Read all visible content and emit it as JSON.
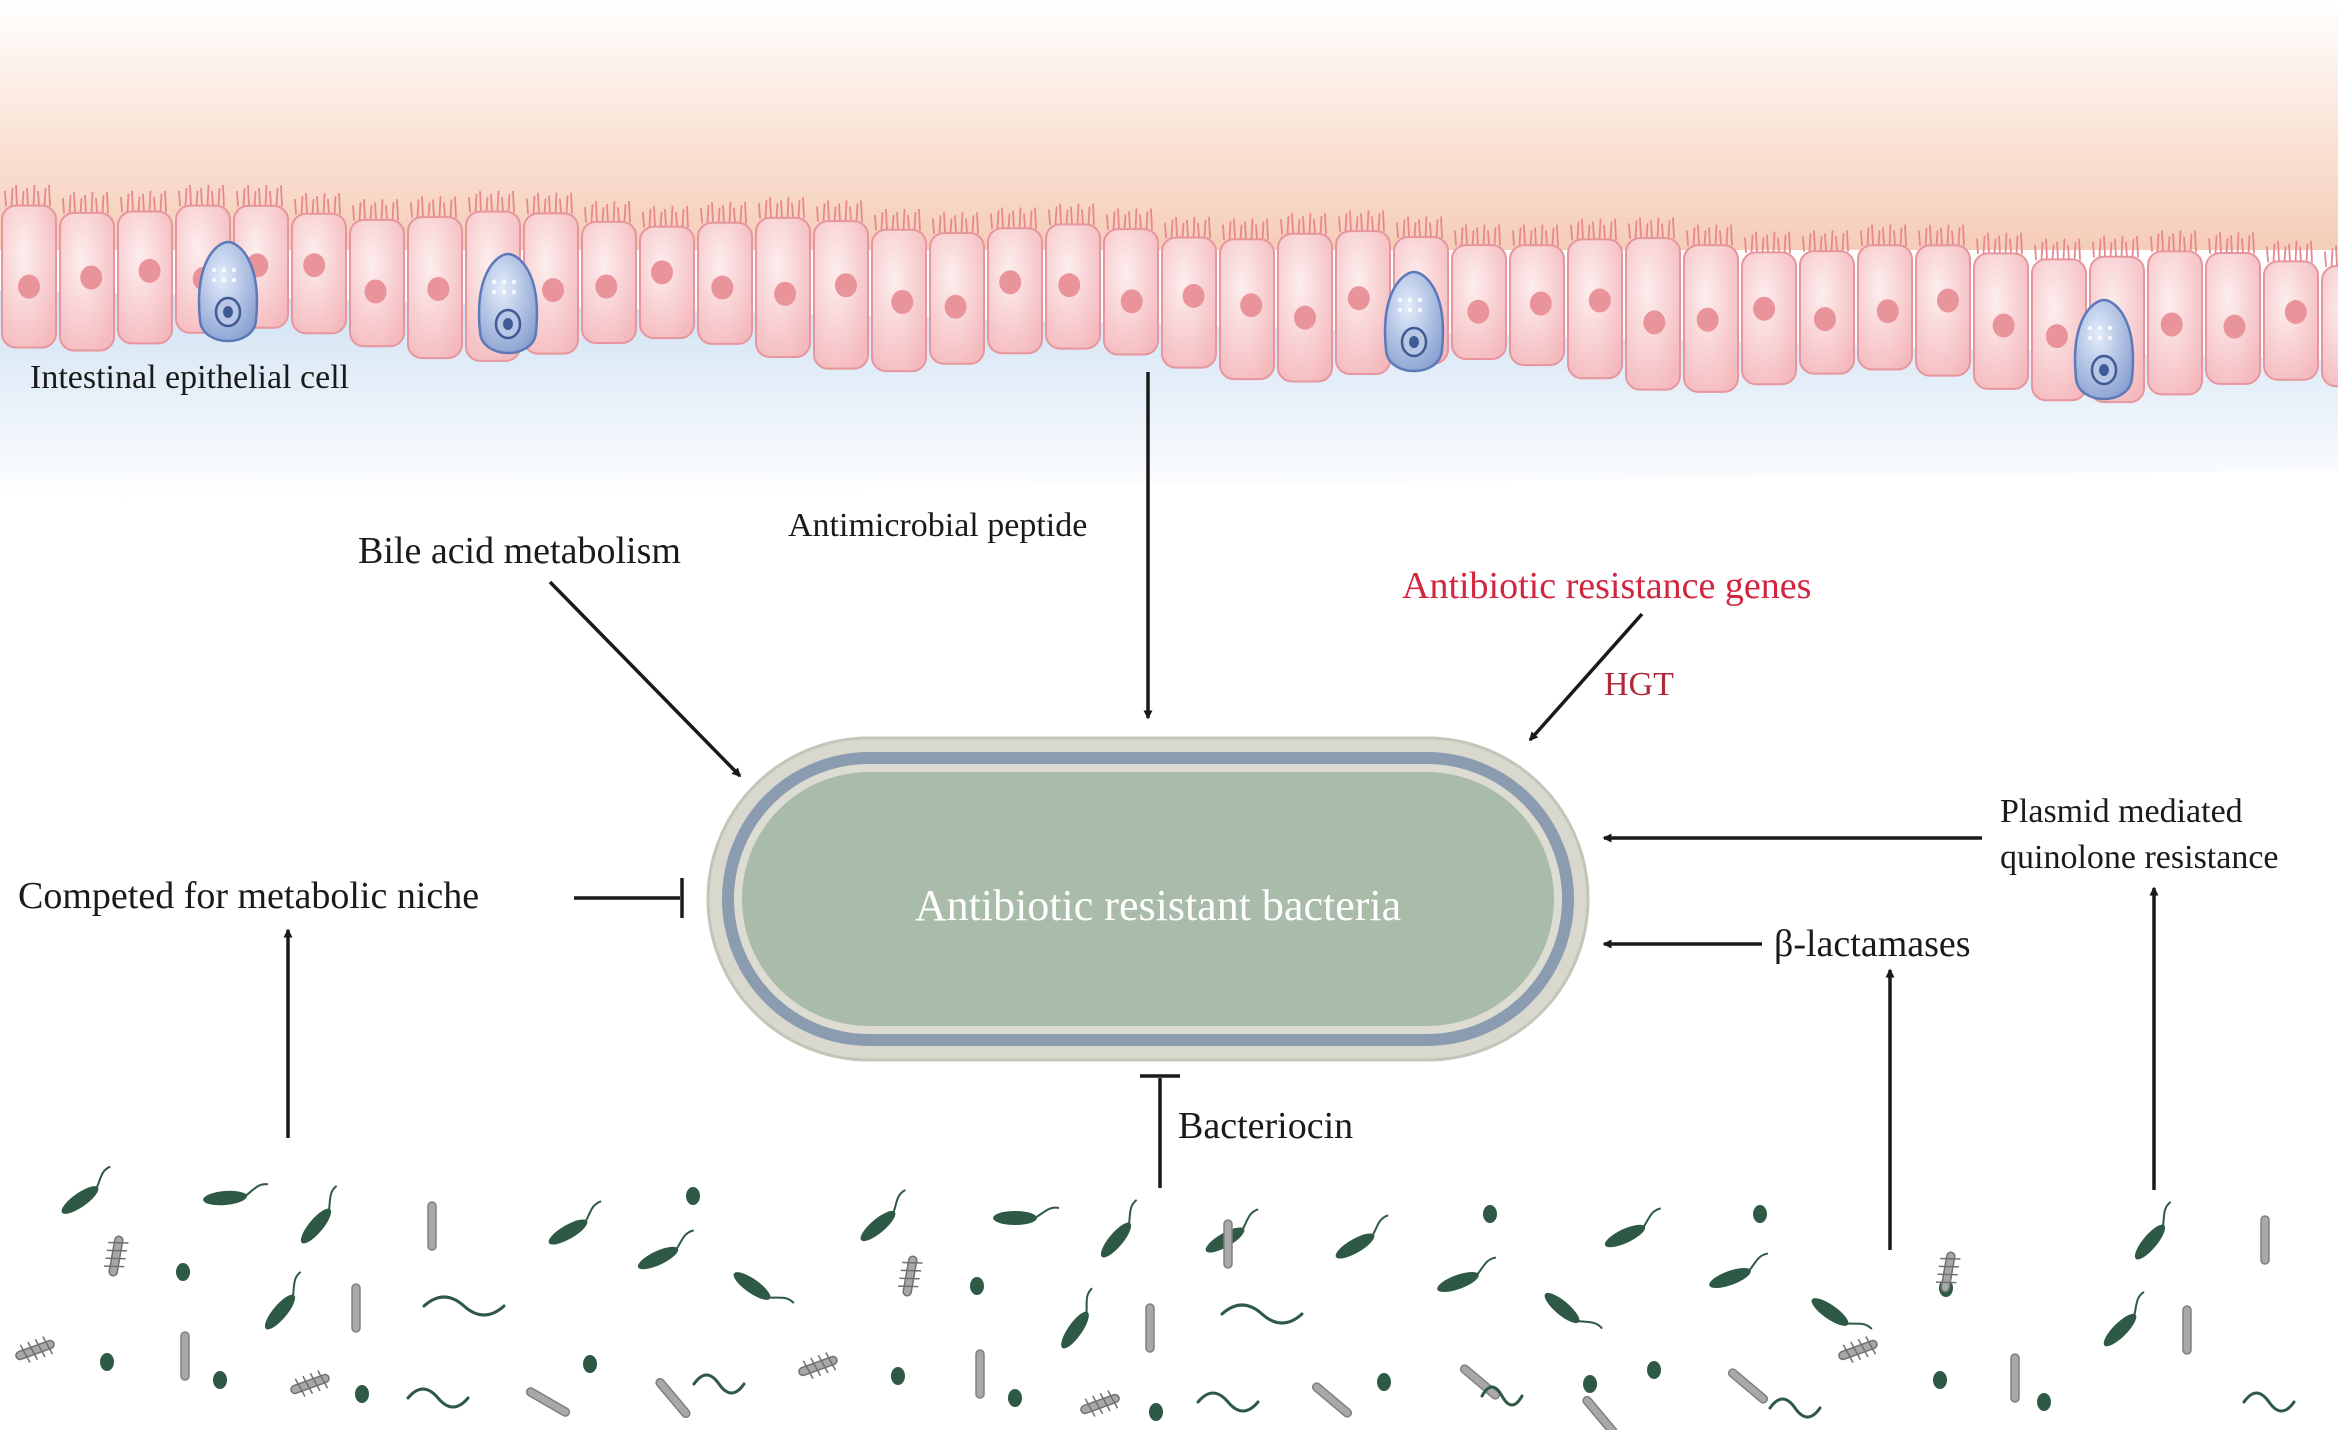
{
  "diagram": {
    "epithelium_label": "Intestinal epithelial cell",
    "center_label": "Antibiotic resistant bacteria",
    "inputs": {
      "bile_acid": "Bile acid metabolism",
      "antimicrobial_peptide": "Antimicrobial peptide",
      "resistance_genes": "Antibiotic resistance genes",
      "hgt": "HGT",
      "plasmid_line1": "Plasmid mediated",
      "plasmid_line2": "quinolone resistance",
      "beta_lactamases": "β-lactamases",
      "competed": "Competed for metabolic niche",
      "bacteriocin": "Bacteriocin"
    },
    "colors": {
      "resistance_text": "#d1263f",
      "hgt_text": "#b0283a",
      "bacterium_fill": "#a9bba9",
      "bacterium_ring": "#8a9ab0",
      "bacterium_outer": "#d6d6cc",
      "microbe_green": "#2e5a45",
      "microbe_gray": "#a8a8a8",
      "cell_pink": "#f7c9cc",
      "nucleus_pink": "#e9949a",
      "goblet_blue": "#8fa8d8",
      "lumen_top": "#f6d6c4",
      "lumen_blue": "#d3e4f4"
    }
  }
}
